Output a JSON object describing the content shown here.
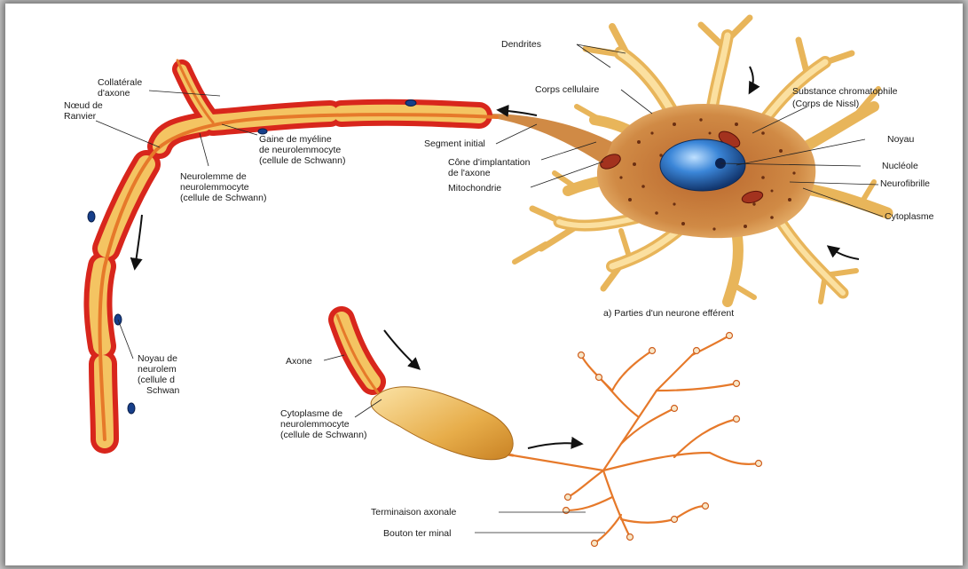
{
  "labels": {
    "dendrites": "Dendrites",
    "corps_cellulaire": "Corps cellulaire",
    "substance_1": "Substance chromatophile",
    "substance_2": "(Corps de Nissl)",
    "noyau": "Noyau",
    "nucleole": "Nucléole",
    "neurofibrille": "Neurofibrille",
    "cytoplasme": "Cytoplasme",
    "collaterale_1": "Collatérale",
    "collaterale_2": "d'axone",
    "noeud_1": "Nœud de",
    "noeud_2": "Ranvier",
    "gaine_1": "Gaine de myéline",
    "gaine_2": "de neurolemmocyte",
    "gaine_3": "(cellule de Schwann)",
    "segment_initial": "Segment initial",
    "cone_1": "Cône d'implantation",
    "cone_2": "de l'axone",
    "mitochondrie": "Mitochondrie",
    "neurolemme_1": "Neurolemme de",
    "neurolemme_2": "neurolemmocyte",
    "neurolemme_3": "(cellule de Schwann)",
    "noyau_schwann_1": "Noyau de",
    "noyau_schwann_2": "neurolem",
    "noyau_schwann_3": "(cellule d",
    "noyau_schwann_4": "Schwan",
    "caption": "a) Parties d'un neurone efférent",
    "axone": "Axone",
    "cyto_schwann_1": "Cytoplasme de",
    "cyto_schwann_2": "neurolemmocyte",
    "cyto_schwann_3": "(cellule de Schwann)",
    "terminaison": "Terminaison axonale",
    "bouton": "Bouton ter minal"
  },
  "colors": {
    "myelin_red": "#d8261c",
    "myelin_fill": "#f4c462",
    "axon_orange": "#e6792a",
    "soma": "#c8783a",
    "dendrite": "#f6cf7a",
    "nucleus": "#2f74c8"
  }
}
